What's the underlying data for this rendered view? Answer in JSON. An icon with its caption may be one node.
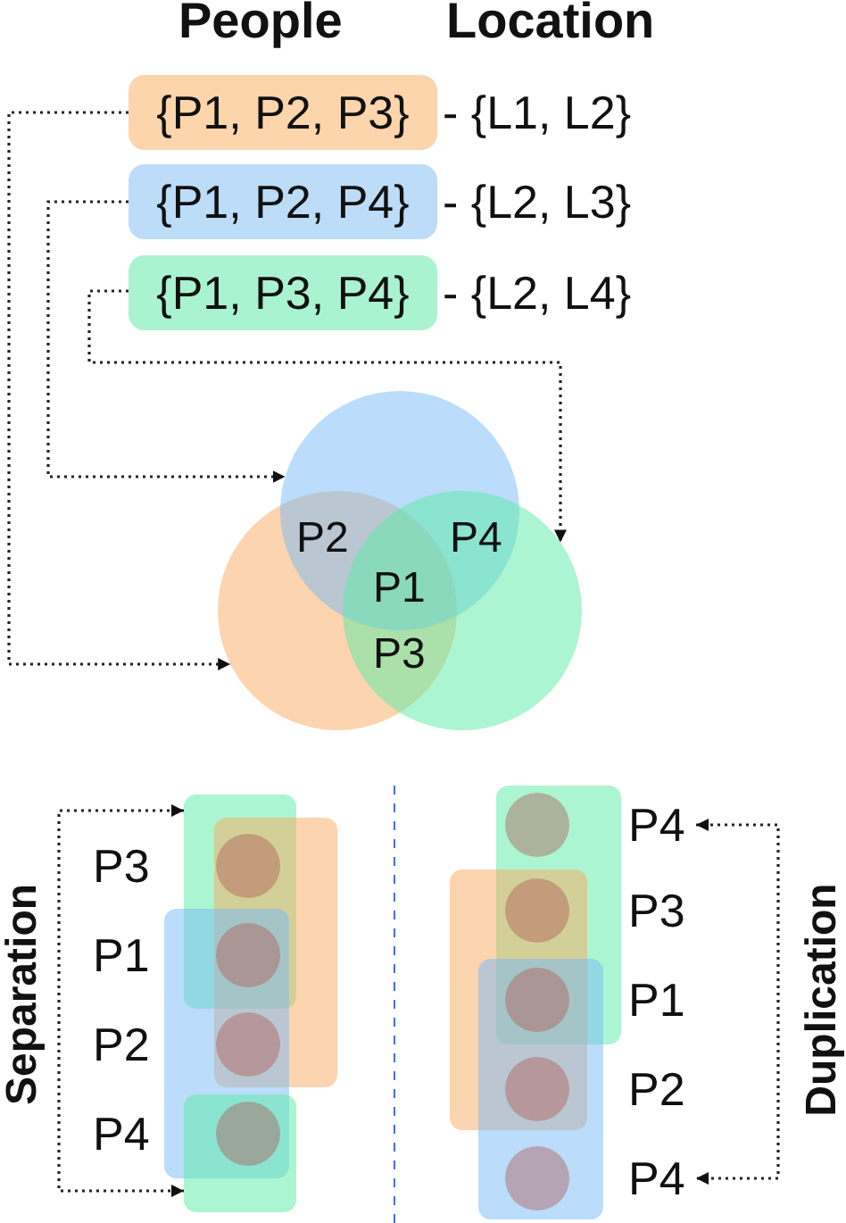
{
  "diagram": {
    "nodes": [
      {
        "text": [
          "{P1, P2, P3}"
        ],
        "beside": [
          "- {L1, L2}"
        ]
      },
      {
        "text": [
          "{P1, P2, P4}"
        ],
        "beside": [
          "- {L2, L3}"
        ]
      },
      {
        "text": [
          "{P1, P3, P4}"
        ],
        "beside": [
          "- {L2, L4}"
        ]
      },
      {
        "text": [],
        "shape": "circle"
      },
      {
        "text": [],
        "shape": "circle"
      },
      {
        "text": [],
        "shape": "circle"
      },
      {
        "text": [],
        "shape": "box"
      },
      {
        "text": [],
        "shape": "box"
      },
      {
        "text": [],
        "shape": "box"
      },
      {
        "text": [],
        "shape": "box"
      },
      {
        "text": [],
        "shape": "box"
      },
      {
        "text": [],
        "shape": "box"
      },
      {
        "text": [],
        "shape": "box"
      },
      {
        "text": [
          "P4"
        ]
      },
      {
        "text": [
          "P4"
        ]
      }
    ],
    "edges": [
      {
        "from": 0,
        "to": 3,
        "arrow": "to"
      },
      {
        "from": 1,
        "to": 4,
        "arrow": "to"
      },
      {
        "from": 2,
        "to": 5,
        "arrow": "to"
      },
      {
        "from": 6,
        "to": 9,
        "arrow": "both"
      },
      {
        "from": 13,
        "to": 14,
        "arrow": "both"
      }
    ],
    "labels": [
      "People",
      "Location",
      "P2",
      "P4",
      "P1",
      "P3",
      "Separation",
      "P3",
      "P1",
      "P2",
      "P4",
      "P3",
      "P1",
      "P2",
      "Duplication"
    ]
  }
}
